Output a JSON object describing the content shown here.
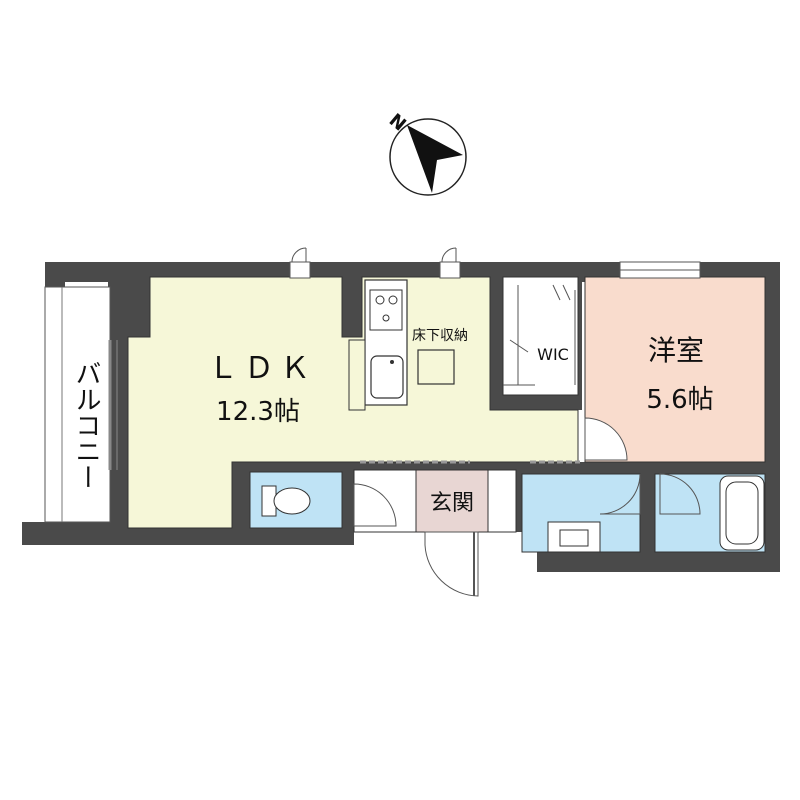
{
  "compass": {
    "letter": "N",
    "icon": "north-arrow-icon"
  },
  "rooms": {
    "ldk": {
      "name": "ＬＤＫ",
      "size": "12.3帖"
    },
    "western": {
      "name": "洋室",
      "size": "5.6帖"
    },
    "wic": {
      "name": "WIC"
    },
    "underfloor": {
      "name": "床下収納"
    },
    "entrance": {
      "name": "玄関"
    },
    "balcony": {
      "name": "バルコニー"
    }
  },
  "colors": {
    "wall": "#4a4a4a",
    "ldk": "#f6f7d8",
    "western": "#f9dccd",
    "wet": "#bfe3f5",
    "entrance": "#e8d6d3",
    "wic": "#ffffff",
    "balcony": "#ffffff"
  }
}
